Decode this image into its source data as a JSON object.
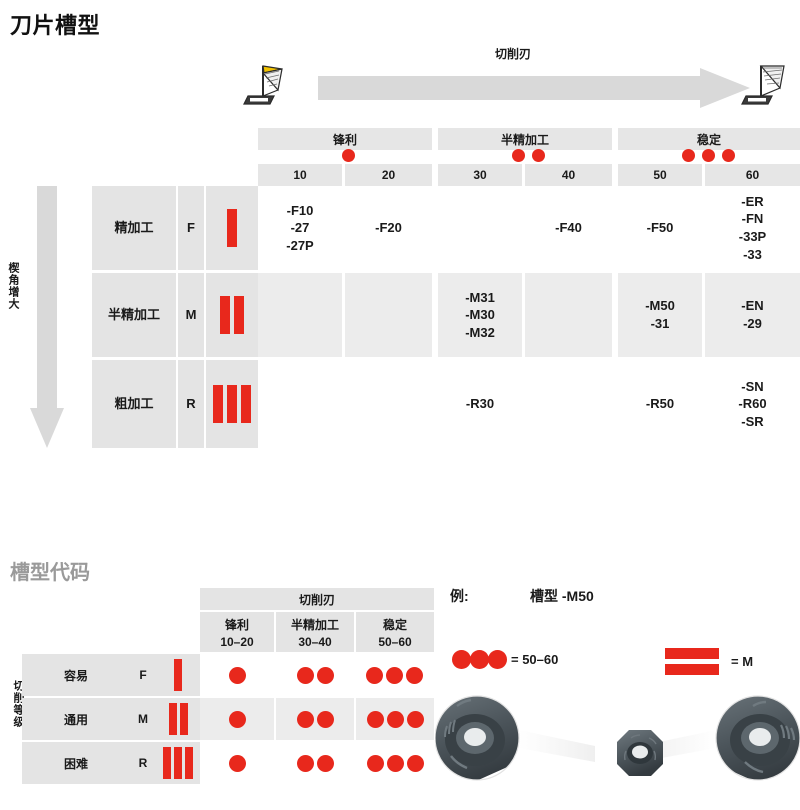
{
  "titles": {
    "main": "刀片槽型",
    "code_section": "槽型代码"
  },
  "top_scale": {
    "cutting_edge_label": "切削刃",
    "arrow_icon": "right-arrow",
    "insert_left_icon": "insert-sharp-edge-icon",
    "insert_right_icon": "insert-stable-edge-icon",
    "bands": [
      {
        "label": "锋利",
        "dots": 1
      },
      {
        "label": "半精加工",
        "dots": 2
      },
      {
        "label": "稳定",
        "dots": 3
      }
    ],
    "numbers": [
      "10",
      "20",
      "30",
      "40",
      "50",
      "60"
    ]
  },
  "wedge_axis": {
    "label": "楔角增大",
    "icon": "down-arrow"
  },
  "matrix": {
    "rows": [
      {
        "name": "精加工",
        "letter": "F",
        "bars": 1,
        "cells": [
          "-F10\n-27\n-27P",
          "-F20",
          "",
          "-F40",
          "-F50",
          "-ER\n-FN\n-33P\n-33"
        ]
      },
      {
        "name": "半精加工",
        "letter": "M",
        "bars": 2,
        "cells": [
          "",
          "",
          "-M31\n-M30\n-M32",
          "",
          "-M50\n-31",
          "-EN\n-29"
        ]
      },
      {
        "name": "粗加工",
        "letter": "R",
        "bars": 3,
        "cells": [
          "",
          "",
          "-R30",
          "",
          "-R50",
          "-SN\n-R60\n-SR"
        ]
      }
    ]
  },
  "code_table": {
    "grade_axis_label": "切削等级",
    "header_group": "切削刃",
    "columns": [
      {
        "label": "锋利",
        "range": "10–20"
      },
      {
        "label": "半精加工",
        "range": "30–40"
      },
      {
        "label": "稳定",
        "range": "50–60"
      }
    ],
    "rows": [
      {
        "name": "容易",
        "letter": "F",
        "bars": 1,
        "dots": [
          1,
          2,
          3
        ]
      },
      {
        "name": "通用",
        "letter": "M",
        "bars": 2,
        "dots": [
          1,
          2,
          3
        ]
      },
      {
        "name": "困难",
        "letter": "R",
        "bars": 3,
        "dots": [
          1,
          2,
          3
        ]
      }
    ]
  },
  "example": {
    "label": "例:",
    "value": "槽型 -M50",
    "dots_legend": {
      "dots": 3,
      "text": "= 50–60"
    },
    "bars_legend": {
      "bars": 2,
      "text": "= M"
    },
    "photo_icon": "milling-inserts-photo"
  },
  "colors": {
    "red": "#e8281c",
    "gray_header": "#e6e6e6",
    "gray_cell": "#e4e4e4",
    "gray_light": "#ececec",
    "title_gray": "#9a9a9a"
  }
}
